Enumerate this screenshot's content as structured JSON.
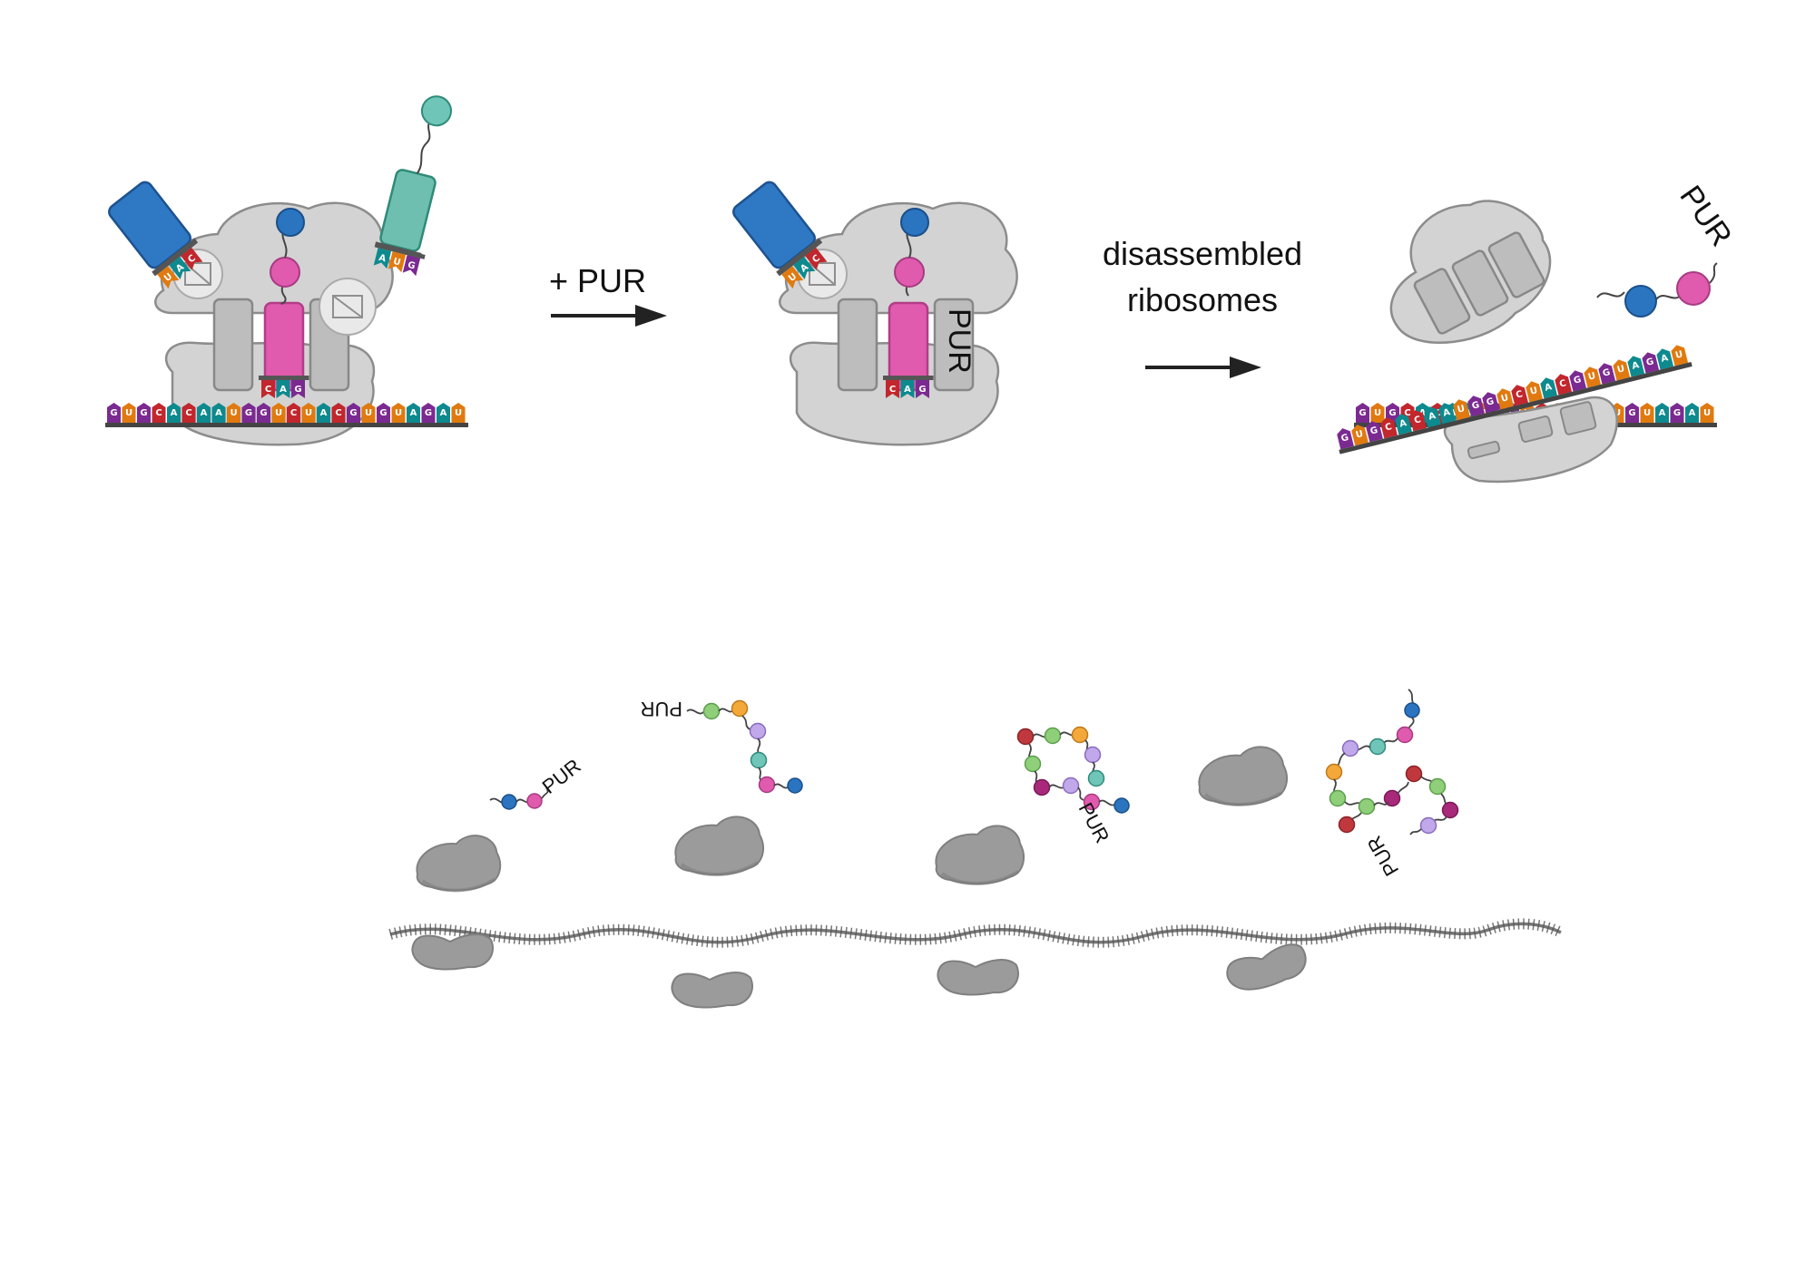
{
  "labels": {
    "step1": "+ PUR",
    "step2_line1": "disassembled",
    "step2_line2": "ribosomes",
    "pur": "PUR"
  },
  "mrna": {
    "sequence": [
      "G",
      "U",
      "G",
      "C",
      "A",
      "C",
      "A",
      "A",
      "U",
      "G",
      "G",
      "U",
      "C",
      "U",
      "A",
      "C",
      "G",
      "U",
      "G",
      "U",
      "A",
      "G",
      "A",
      "U"
    ]
  },
  "codon_psite": [
    "C",
    "A",
    "G"
  ],
  "anticodon_e": [
    "U",
    "A",
    "C"
  ],
  "anticodon_a": [
    "A",
    "U",
    "G"
  ],
  "colors": {
    "A": "#0e8a8f",
    "U": "#e07a10",
    "G": "#7b2a91",
    "C": "#c1272d",
    "ribosome": "#d3d3d3",
    "ribosome_edge": "#8c8c8c",
    "subunit_dark": "#9a9a9a",
    "trna_blue": "#2f78c4",
    "trna_teal": "#6fbfb0",
    "trna_pink": "#e05aae",
    "amino_blue": "#2a74c0",
    "amino_pink": "#e05aae",
    "amino_teal": "#6fc6b8"
  }
}
